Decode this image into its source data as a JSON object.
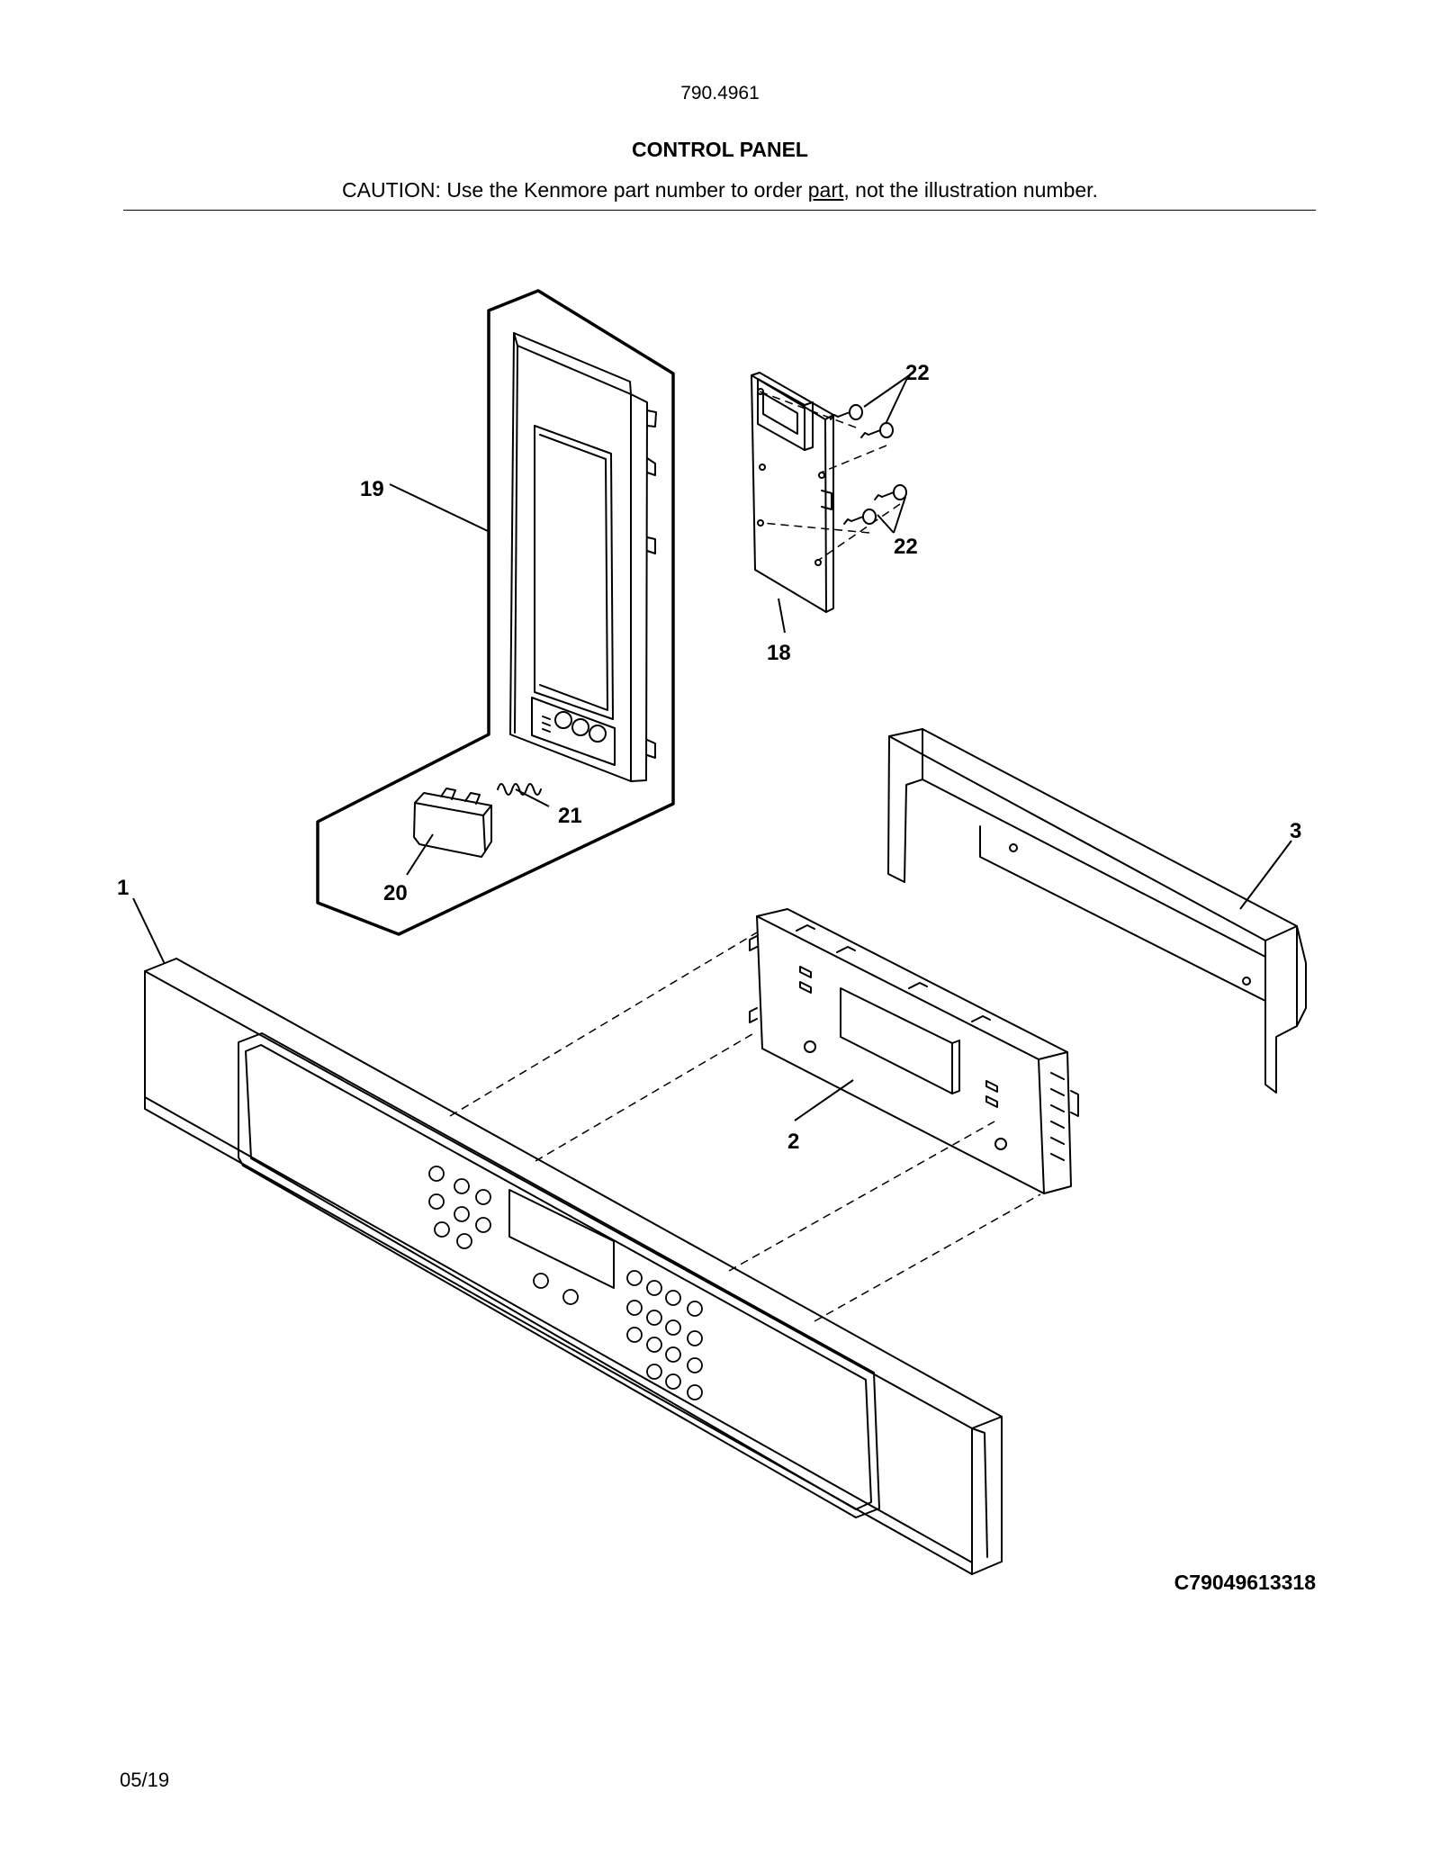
{
  "header": {
    "model_number": "790.4961",
    "title": "CONTROL PANEL",
    "caution_before": "CAUTION: Use the Kenmore part number to order ",
    "caution_underlined": "part",
    "caution_after": ", not the illustration number."
  },
  "callouts": {
    "c1": "1",
    "c2": "2",
    "c3": "3",
    "c18": "18",
    "c19": "19",
    "c20": "20",
    "c21": "21",
    "c22_top": "22",
    "c22_bottom": "22"
  },
  "footer": {
    "diagram_code": "C79049613318",
    "date": "05/19"
  }
}
